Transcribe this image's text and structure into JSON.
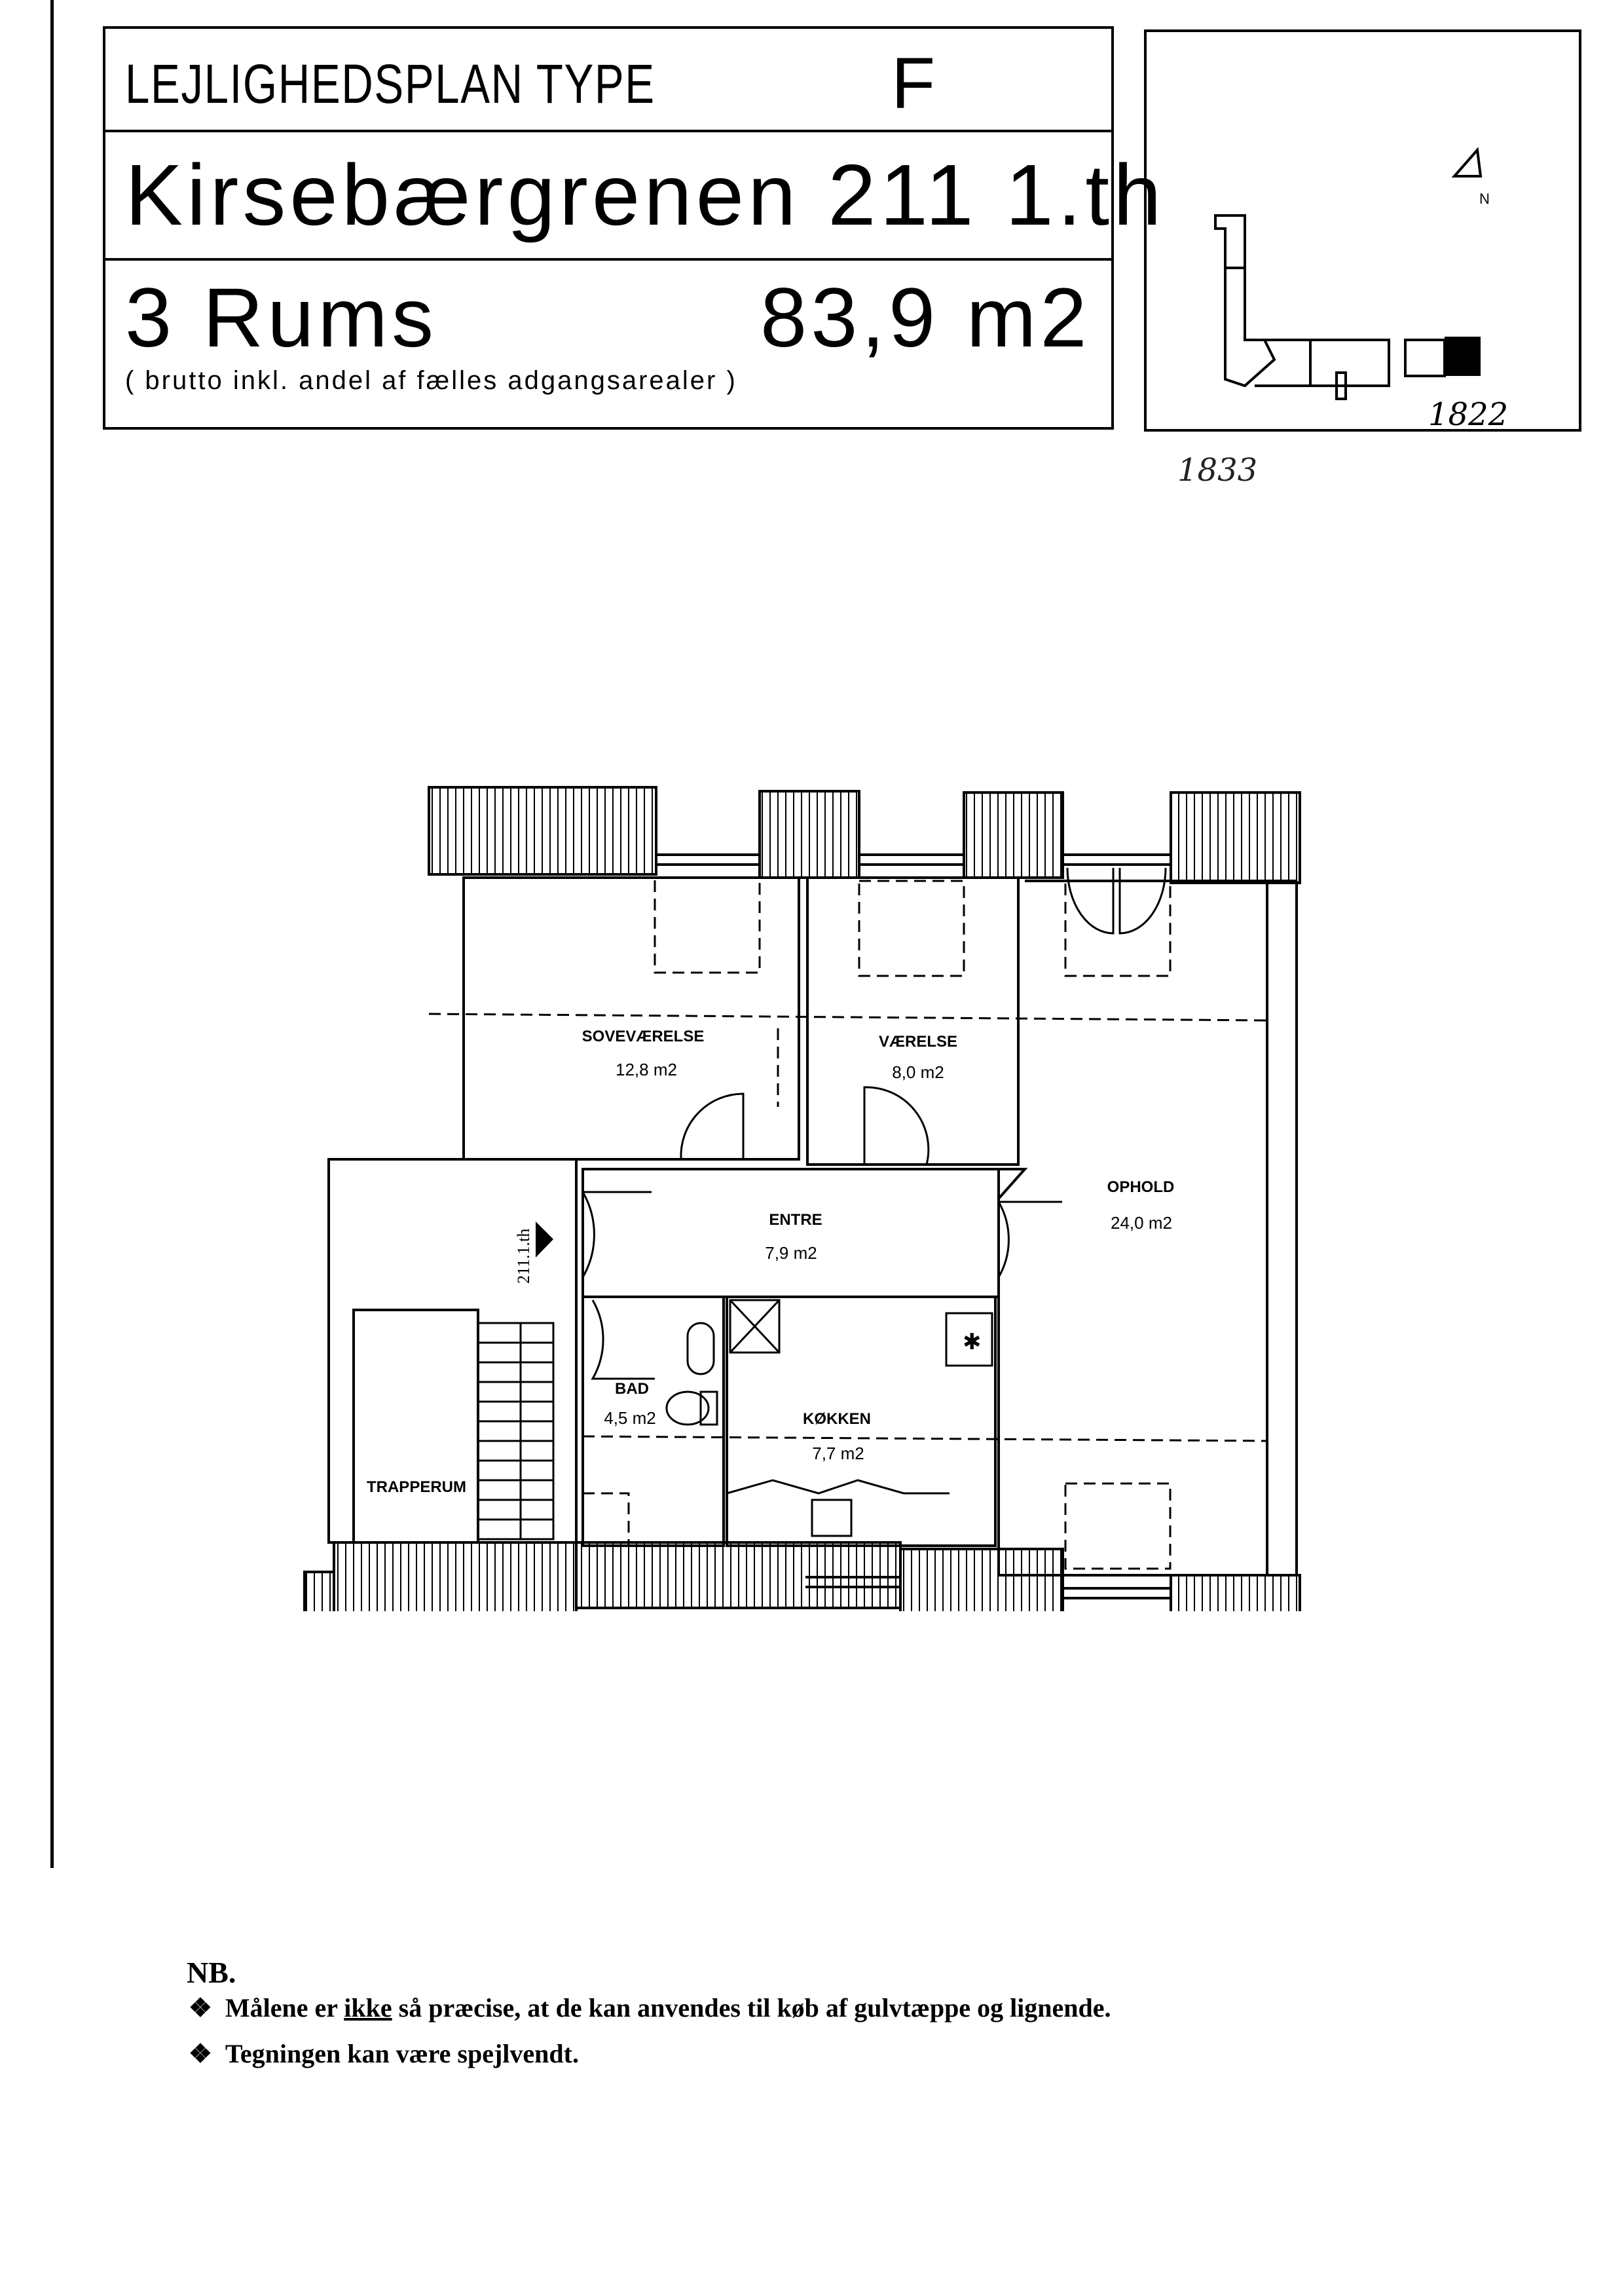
{
  "header": {
    "title": "LEJLIGHEDSPLAN TYPE",
    "type": "F",
    "address": "Kirsebærgrenen 211 1.th",
    "rooms": "3 Rums",
    "area": "83,9 m2",
    "note": "( brutto inkl. andel af fælles adgangsarealer )"
  },
  "site_plan": {
    "north_label": "N",
    "handwritten_number": "1822"
  },
  "handwritten_number": "1833",
  "plan": {
    "rooms": [
      {
        "name": "SOVEVÆRELSE",
        "area": "12,8 m2"
      },
      {
        "name": "VÆRELSE",
        "area": "8,0 m2"
      },
      {
        "name": "OPHOLD",
        "area": "24,0 m2"
      },
      {
        "name": "ENTRE",
        "area": "7,9 m2"
      },
      {
        "name": "BAD",
        "area": "4,5 m2"
      },
      {
        "name": "KØKKEN",
        "area": "7,7 m2"
      },
      {
        "name": "TRAPPERUM",
        "area": ""
      }
    ],
    "unit_label": "211.1.th"
  },
  "nb": {
    "heading": "NB.",
    "bullet": "❖",
    "items": [
      {
        "before": "Målene er ",
        "underlined": "ikke",
        "after": " så præcise, at de kan anvendes til køb af gulvtæppe og lignende."
      },
      {
        "before": "Tegningen kan være spejlvendt.",
        "underlined": "",
        "after": ""
      }
    ]
  }
}
